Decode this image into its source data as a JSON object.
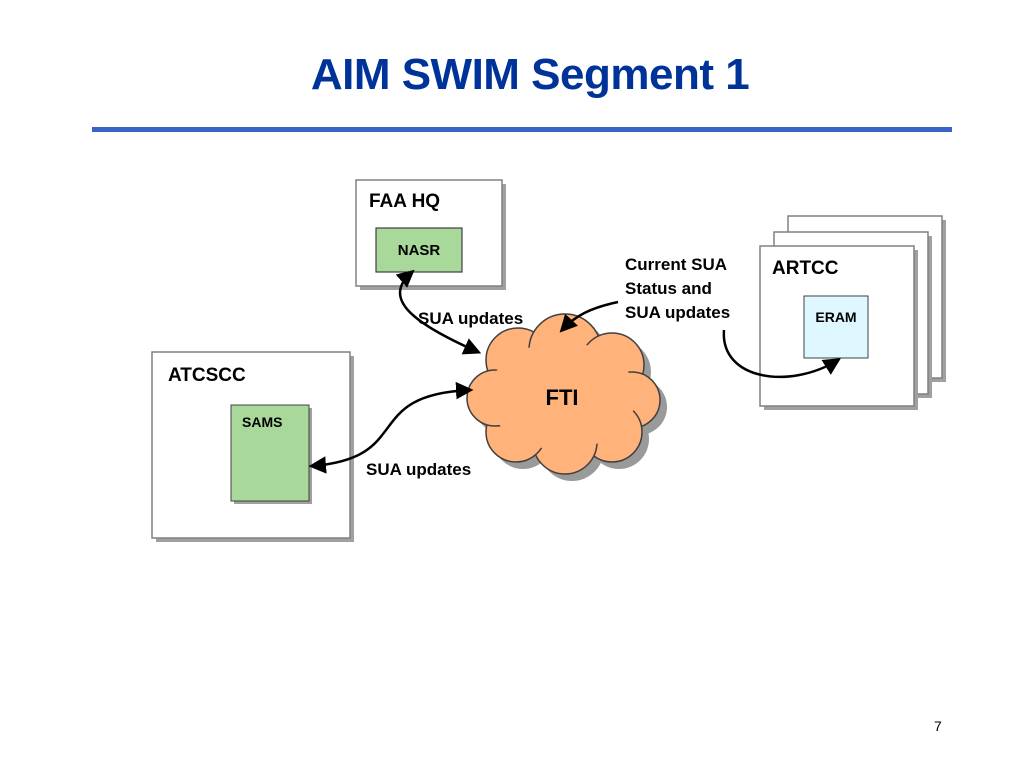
{
  "slide": {
    "title": "AIM SWIM Segment 1",
    "page_number": "7"
  },
  "colors": {
    "title": "#003399",
    "rule": "#3b62c7",
    "box_border": "#808080",
    "box_shadow": "#a0a0a0",
    "green_fill": "#a8d89a",
    "cyan_fill": "#dff8ff",
    "cloud_fill": "#ffb27a",
    "cloud_shadow": "#9a9a9a"
  },
  "nodes": {
    "faa_hq": {
      "label": "FAA HQ",
      "inner": "NASR"
    },
    "artcc": {
      "label": "ARTCC",
      "inner": "ERAM"
    },
    "atcscc": {
      "label": "ATCSCC",
      "inner": "SAMS"
    },
    "fti": {
      "label": "FTI"
    }
  },
  "edges": {
    "nasr_fti": {
      "label": "SUA updates"
    },
    "sams_fti": {
      "label": "SUA updates"
    },
    "eram_fti": {
      "label_lines": [
        "Current SUA",
        "Status and",
        "SUA updates"
      ]
    }
  }
}
